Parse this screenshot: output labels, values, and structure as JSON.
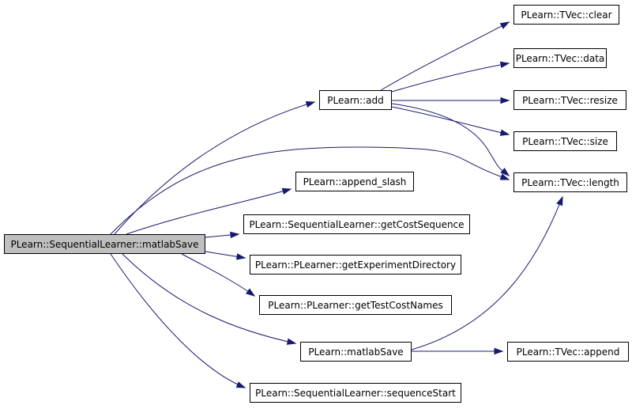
{
  "colors": {
    "edge": "#191970",
    "root_fill": "#bfbfbf",
    "node_fill": "#ffffff",
    "node_border": "#000000"
  },
  "nodes": {
    "root": "PLearn::SequentialLearner::matlabSave",
    "add": "PLearn::add",
    "append_slash": "PLearn::append_slash",
    "getCostSequence": "PLearn::SequentialLearner::getCostSequence",
    "getExperimentDirectory": "PLearn::PLearner::getExperimentDirectory",
    "getTestCostNames": "PLearn::PLearner::getTestCostNames",
    "matlabSave2": "PLearn::matlabSave",
    "sequenceStart": "PLearn::SequentialLearner::sequenceStart",
    "clear": "PLearn::TVec::clear",
    "data": "PLearn::TVec::data",
    "resize": "PLearn::TVec::resize",
    "size": "PLearn::TVec::size",
    "length": "PLearn::TVec::length",
    "append": "PLearn::TVec::append"
  },
  "edges": [
    [
      "root",
      "add"
    ],
    [
      "root",
      "length"
    ],
    [
      "root",
      "append_slash"
    ],
    [
      "root",
      "getCostSequence"
    ],
    [
      "root",
      "getExperimentDirectory"
    ],
    [
      "root",
      "getTestCostNames"
    ],
    [
      "root",
      "matlabSave2"
    ],
    [
      "root",
      "sequenceStart"
    ],
    [
      "add",
      "clear"
    ],
    [
      "add",
      "data"
    ],
    [
      "add",
      "resize"
    ],
    [
      "add",
      "size"
    ],
    [
      "add",
      "length"
    ],
    [
      "matlabSave2",
      "length"
    ],
    [
      "matlabSave2",
      "append"
    ]
  ]
}
